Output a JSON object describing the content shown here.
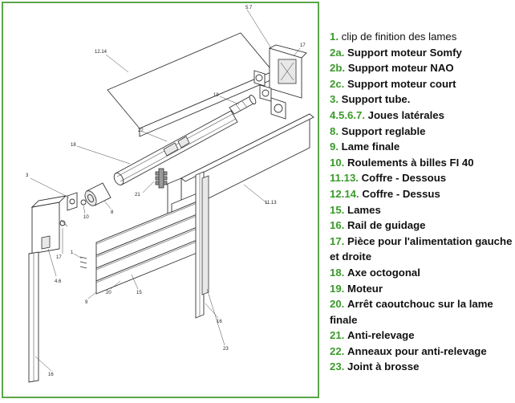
{
  "diagram": {
    "callouts": [
      "5.7",
      "17",
      "12.14",
      "19",
      "22",
      "18",
      "11.13",
      "3",
      "10",
      "8",
      "21",
      "9",
      "1",
      "4.6",
      "20",
      "15",
      "16",
      "23",
      "16",
      "17"
    ],
    "legend": [
      {
        "num": "1.",
        "label": "clip de finition des lames",
        "bold": false
      },
      {
        "num": "2a.",
        "label": "Support moteur Somfy",
        "bold": true
      },
      {
        "num": "2b.",
        "label": "Support moteur NAO",
        "bold": true
      },
      {
        "num": "2c.",
        "label": "Support moteur court",
        "bold": true
      },
      {
        "num": "3.",
        "label": "Support tube.",
        "bold": true
      },
      {
        "num": "4.5.6.7.",
        "label": "Joues latérales",
        "bold": true
      },
      {
        "num": "8.",
        "label": "Support reglable",
        "bold": true
      },
      {
        "num": "9.",
        "label": "Lame finale",
        "bold": true
      },
      {
        "num": "10.",
        "label": "Roulements à billes FI 40",
        "bold": true
      },
      {
        "num": "11.13.",
        "label": "Coffre - Dessous",
        "bold": true
      },
      {
        "num": "12.14.",
        "label": "Coffre - Dessus",
        "bold": true
      },
      {
        "num": "15.",
        "label": "Lames",
        "bold": true
      },
      {
        "num": "16.",
        "label": "Rail de guidage",
        "bold": true
      },
      {
        "num": "17.",
        "label": "Pièce pour l'alimentation gauche et droite",
        "bold": true
      },
      {
        "num": "18.",
        "label": "Axe octogonal",
        "bold": true
      },
      {
        "num": "19.",
        "label": "Moteur",
        "bold": true
      },
      {
        "num": "20.",
        "label": "Arrêt caoutchouc sur la lame finale",
        "bold": true
      },
      {
        "num": "21.",
        "label": "Anti-relevage",
        "bold": true
      },
      {
        "num": "22.",
        "label": "Anneaux pour anti-relevage",
        "bold": true
      },
      {
        "num": "23.",
        "label": "Joint à brosse",
        "bold": true
      }
    ]
  },
  "colors": {
    "frame": "#5aa64a",
    "legend_number": "#3a9a2a"
  }
}
